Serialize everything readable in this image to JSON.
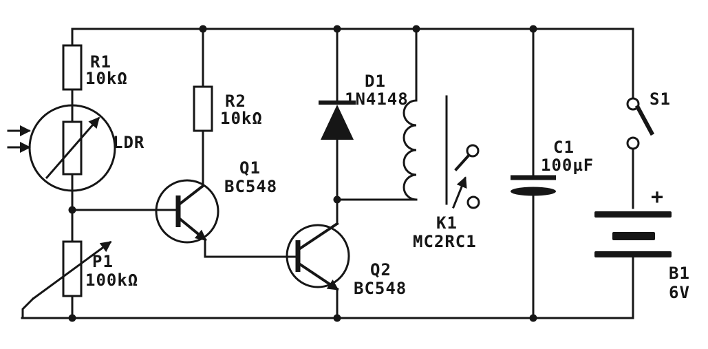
{
  "schematic": {
    "description": "Light-activated relay circuit schematic",
    "colors": {
      "ink": "#161616",
      "background": "#ffffff"
    },
    "icons": {
      "light_input": "light-rays-arrows"
    },
    "components": {
      "r1": {
        "ref": "R1",
        "value": "10kΩ"
      },
      "ldr": {
        "ref": "LDR"
      },
      "p1": {
        "ref": "P1",
        "value": "100kΩ"
      },
      "r2": {
        "ref": "R2",
        "value": "10kΩ"
      },
      "q1": {
        "ref": "Q1",
        "value": "BC548"
      },
      "q2": {
        "ref": "Q2",
        "value": "BC548"
      },
      "d1": {
        "ref": "D1",
        "value": "1N4148"
      },
      "k1": {
        "ref": "K1",
        "value": "MC2RC1"
      },
      "c1": {
        "ref": "C1",
        "value": "100µF"
      },
      "s1": {
        "ref": "S1"
      },
      "b1": {
        "ref": "B1",
        "value": "6V",
        "polarity": "+"
      }
    }
  }
}
